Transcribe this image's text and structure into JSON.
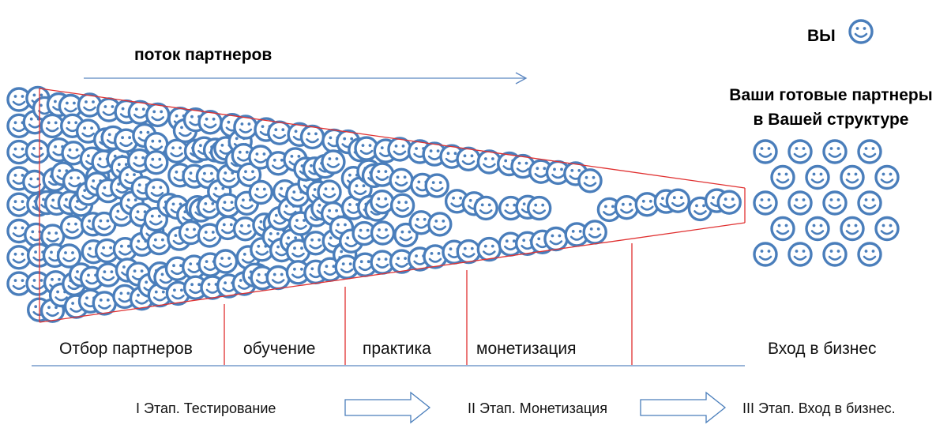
{
  "flow_label": "поток партнеров",
  "you_label": "ВЫ",
  "partners_title_line1": "Ваши готовые партнеры",
  "partners_title_line2": "в Вашей структуре",
  "phases": [
    {
      "label": "Отбор партнеров"
    },
    {
      "label": "обучение"
    },
    {
      "label": "практика"
    },
    {
      "label": "монетизация"
    },
    {
      "label": "Вход в бизнес"
    }
  ],
  "stages": [
    {
      "label": "I Этап. Тестирование"
    },
    {
      "label": "II Этап. Монетизация"
    },
    {
      "label": "III Этап. Вход в бизнес."
    }
  ],
  "colors": {
    "smiley": "#4a7ebb",
    "funnel": "#e03030",
    "axis": "#5b86c0",
    "arrow_outline": "#4a7ebb"
  },
  "icons": {
    "smiley": "smiley-icon",
    "flow_arrow": "arrow-right-icon",
    "stage_arrow": "block-arrow-icon"
  }
}
